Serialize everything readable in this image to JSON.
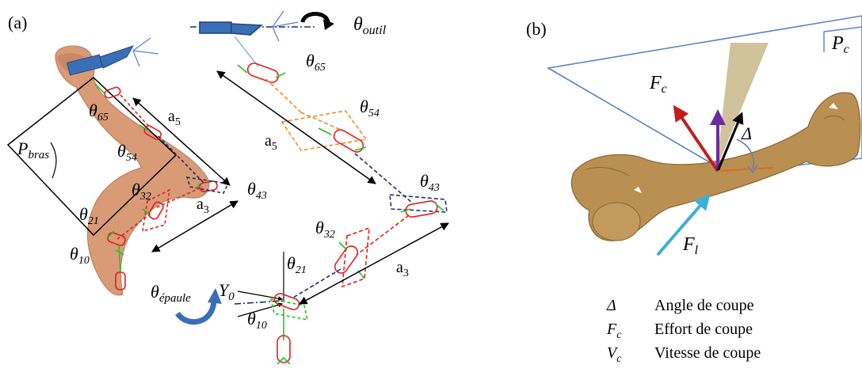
{
  "panel_a": {
    "label": "(a)",
    "labels": {
      "theta_outil": {
        "main": "θ",
        "sub": "outil"
      },
      "theta_65_arm": {
        "main": "θ",
        "sub": "65"
      },
      "theta_54_arm": {
        "main": "θ",
        "sub": "54"
      },
      "theta_32_arm": {
        "main": "θ",
        "sub": "32"
      },
      "theta_21_arm": {
        "main": "θ",
        "sub": "21"
      },
      "theta_10_arm": {
        "main": "θ",
        "sub": "10"
      },
      "theta_43_arm": {
        "main": "θ",
        "sub": "43"
      },
      "p_bras": {
        "main": "P",
        "sub": "bras"
      },
      "a5_arm": {
        "main": "a",
        "sub": "5"
      },
      "a3_arm": {
        "main": "a",
        "sub": "3"
      },
      "theta_65_kin": {
        "main": "θ",
        "sub": "65"
      },
      "theta_54_kin": {
        "main": "θ",
        "sub": "54"
      },
      "a5_kin": {
        "main": "a",
        "sub": "5"
      },
      "theta_43_kin": {
        "main": "θ",
        "sub": "43"
      },
      "theta_32_kin": {
        "main": "θ",
        "sub": "32"
      },
      "theta_21_kin": {
        "main": "θ",
        "sub": "21"
      },
      "a3_kin": {
        "main": "a",
        "sub": "3"
      },
      "theta_epaule": {
        "main": "θ",
        "sub": "épaule"
      },
      "y0": {
        "main": "Y",
        "sub": "0"
      },
      "theta_10_kin": {
        "main": "θ",
        "sub": "10"
      }
    }
  },
  "panel_b": {
    "label": "(b)",
    "labels": {
      "p_c": {
        "main": "P",
        "sub": "c"
      },
      "f_c": {
        "main": "F",
        "sub": "c"
      },
      "delta": {
        "main": "Δ",
        "sub": ""
      },
      "f_l": {
        "main": "F",
        "sub": "l"
      }
    },
    "legend": [
      {
        "symbol": "Δ",
        "sub": "",
        "text": "Angle de coupe"
      },
      {
        "symbol": "F",
        "sub": "c",
        "text": "Effort de coupe"
      },
      {
        "symbol": "V",
        "sub": "c",
        "text": "Vitesse de coupe"
      }
    ]
  },
  "colors": {
    "joint_red": "#e02020",
    "axis_green": "#22c422",
    "link_orange": "#f08a20",
    "link_navy": "#1f2f6a",
    "tool_blue": "#3a6fb8",
    "plane_blue": "#5b7fc8",
    "skin": "#d99a76",
    "bone": "#b98f52",
    "force_red": "#c41c1c",
    "force_cyan": "#3ab0d8",
    "vel_purple": "#6a2ea0",
    "cone_tan": "#c8b88a"
  }
}
